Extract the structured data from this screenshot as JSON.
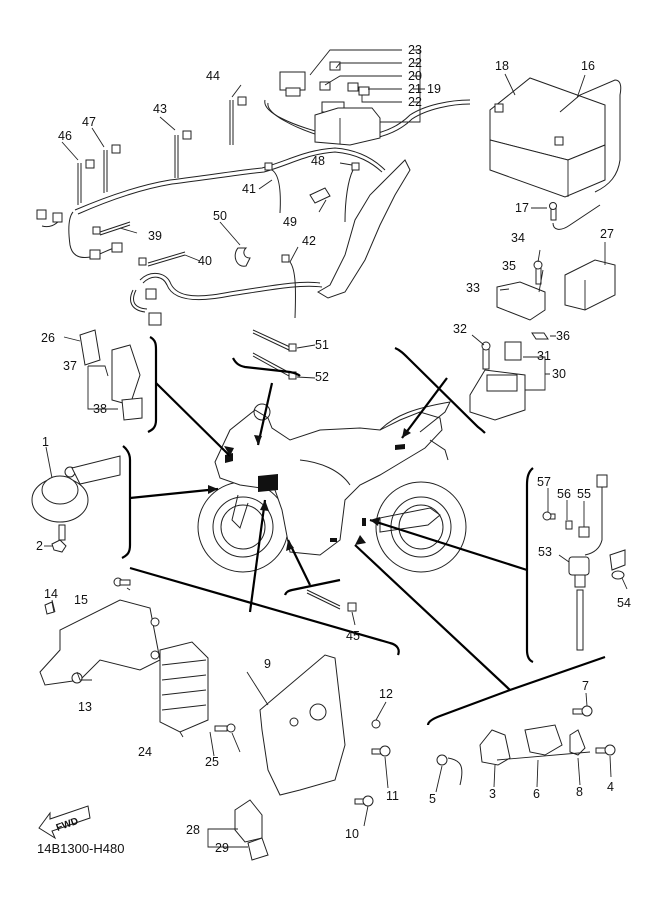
{
  "diagram": {
    "title_code": "14B1300-H480",
    "fwd_label": "FWD",
    "callouts": [
      {
        "id": "1",
        "part": "horn"
      },
      {
        "id": "2",
        "part": "horn-bolt"
      },
      {
        "id": "3",
        "part": "sidestand-switch"
      },
      {
        "id": "4",
        "part": "bolt"
      },
      {
        "id": "5",
        "part": "grommet"
      },
      {
        "id": "6",
        "part": "bracket"
      },
      {
        "id": "7",
        "part": "bolt"
      },
      {
        "id": "8",
        "part": "clamp"
      },
      {
        "id": "9",
        "part": "ecu-bracket"
      },
      {
        "id": "10",
        "part": "bolt"
      },
      {
        "id": "11",
        "part": "bolt"
      },
      {
        "id": "12",
        "part": "nut"
      },
      {
        "id": "13",
        "part": "rectifier-bracket"
      },
      {
        "id": "14",
        "part": "clip"
      },
      {
        "id": "15",
        "part": "bolt"
      },
      {
        "id": "16",
        "part": "battery-lead"
      },
      {
        "id": "17",
        "part": "bolt"
      },
      {
        "id": "18",
        "part": "battery"
      },
      {
        "id": "19",
        "part": "fuse-box-assy"
      },
      {
        "id": "20",
        "part": "fuse"
      },
      {
        "id": "21",
        "part": "fuse"
      },
      {
        "id": "22",
        "part": "fuse"
      },
      {
        "id": "22",
        "part": "fuse"
      },
      {
        "id": "23",
        "part": "connector"
      },
      {
        "id": "24",
        "part": "rectifier-regulator"
      },
      {
        "id": "25",
        "part": "bolt"
      },
      {
        "id": "26",
        "part": "relay"
      },
      {
        "id": "27",
        "part": "relay"
      },
      {
        "id": "28",
        "part": "relay-assy"
      },
      {
        "id": "29",
        "part": "cover"
      },
      {
        "id": "30",
        "part": "starter-relay-assy"
      },
      {
        "id": "31",
        "part": "fuse"
      },
      {
        "id": "32",
        "part": "bolt"
      },
      {
        "id": "33",
        "part": "relay-unit"
      },
      {
        "id": "34",
        "part": "bolt"
      },
      {
        "id": "35",
        "part": "washer"
      },
      {
        "id": "36",
        "part": "nut"
      },
      {
        "id": "37",
        "part": "relay-assy"
      },
      {
        "id": "38",
        "part": "cover"
      },
      {
        "id": "39",
        "part": "band"
      },
      {
        "id": "40",
        "part": "band"
      },
      {
        "id": "41",
        "part": "band"
      },
      {
        "id": "42",
        "part": "band"
      },
      {
        "id": "43",
        "part": "band"
      },
      {
        "id": "44",
        "part": "band"
      },
      {
        "id": "45",
        "part": "band"
      },
      {
        "id": "46",
        "part": "band"
      },
      {
        "id": "47",
        "part": "band"
      },
      {
        "id": "48",
        "part": "band"
      },
      {
        "id": "49",
        "part": "clamp"
      },
      {
        "id": "50",
        "part": "clamp"
      },
      {
        "id": "51",
        "part": "band"
      },
      {
        "id": "52",
        "part": "band"
      },
      {
        "id": "53",
        "part": "neutral-switch"
      },
      {
        "id": "54",
        "part": "clamp"
      },
      {
        "id": "55",
        "part": "damper"
      },
      {
        "id": "56",
        "part": "collar"
      },
      {
        "id": "57",
        "part": "bolt"
      }
    ]
  }
}
